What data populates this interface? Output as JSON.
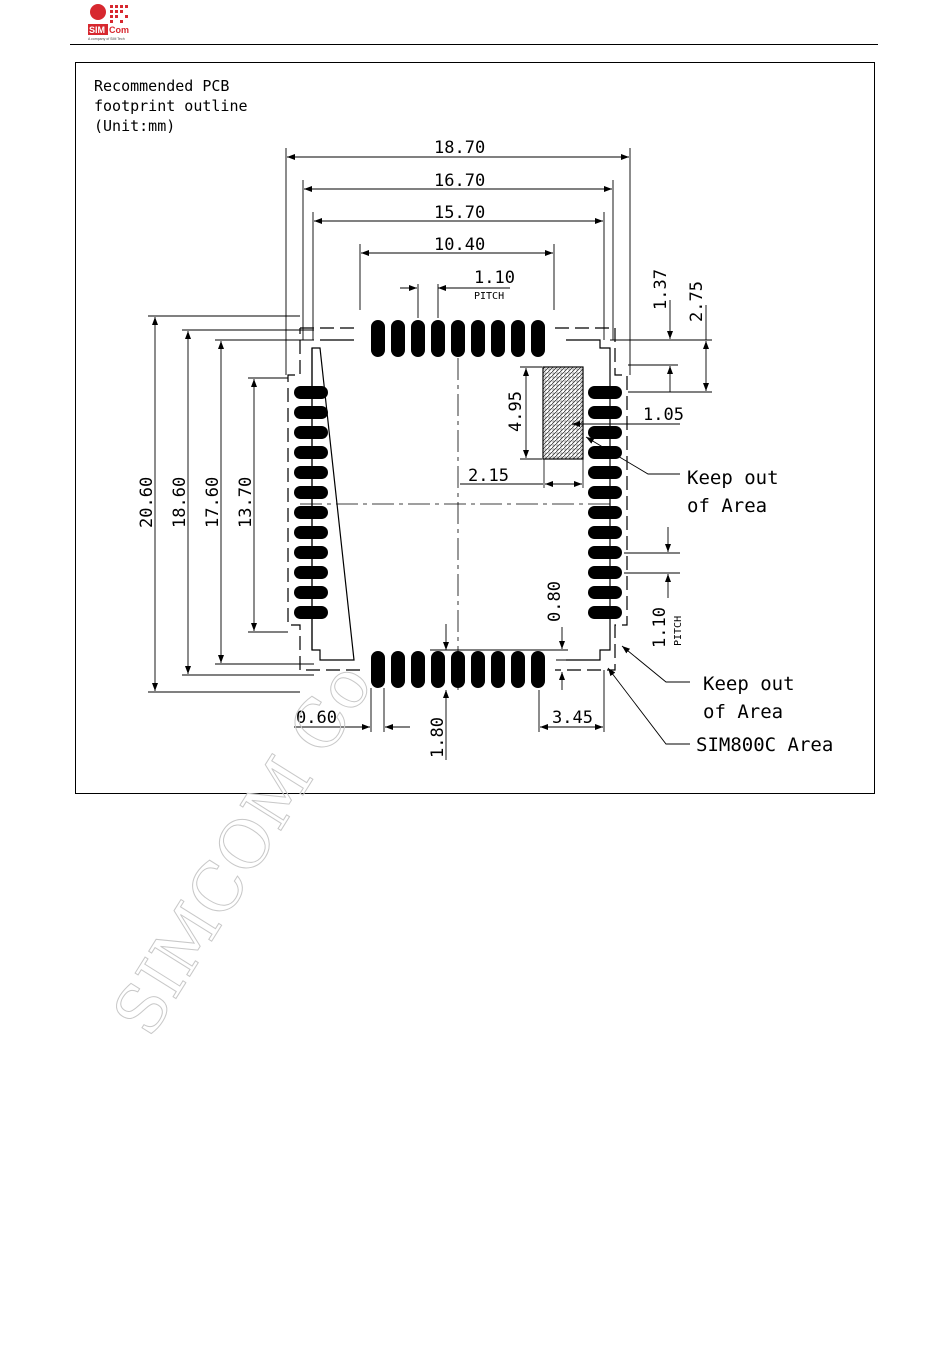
{
  "header": {
    "logo": {
      "brand_sim": "SIM",
      "brand_com": "Com",
      "tagline": "A company of SIM Tech",
      "brand_color": "#d7282f"
    }
  },
  "drawing": {
    "title_lines": [
      "Recommended PCB",
      "footprint outline",
      "(Unit:mm)"
    ],
    "dimensions": {
      "d1870": "18.70",
      "d1670": "16.70",
      "d1570": "15.70",
      "d1040": "10.40",
      "d110_top": "1.10",
      "pitch_top": "PITCH",
      "d137": "1.37",
      "d275": "2.75",
      "d495": "4.95",
      "d105": "1.05",
      "d215": "2.15",
      "d2060": "20.60",
      "d1860": "18.60",
      "d1760": "17.60",
      "d1370": "13.70",
      "d080": "0.80",
      "d110_right": "1.10",
      "pitch_right": "PITCH",
      "d060": "0.60",
      "d180": "1.80",
      "d345": "3.45"
    },
    "callouts": {
      "keep_out_1": [
        "Keep out",
        "of Area"
      ],
      "keep_out_2": [
        "Keep out",
        "of Area"
      ],
      "module_area": "SIM800C Area"
    }
  },
  "watermark": "SIMCOM Co"
}
